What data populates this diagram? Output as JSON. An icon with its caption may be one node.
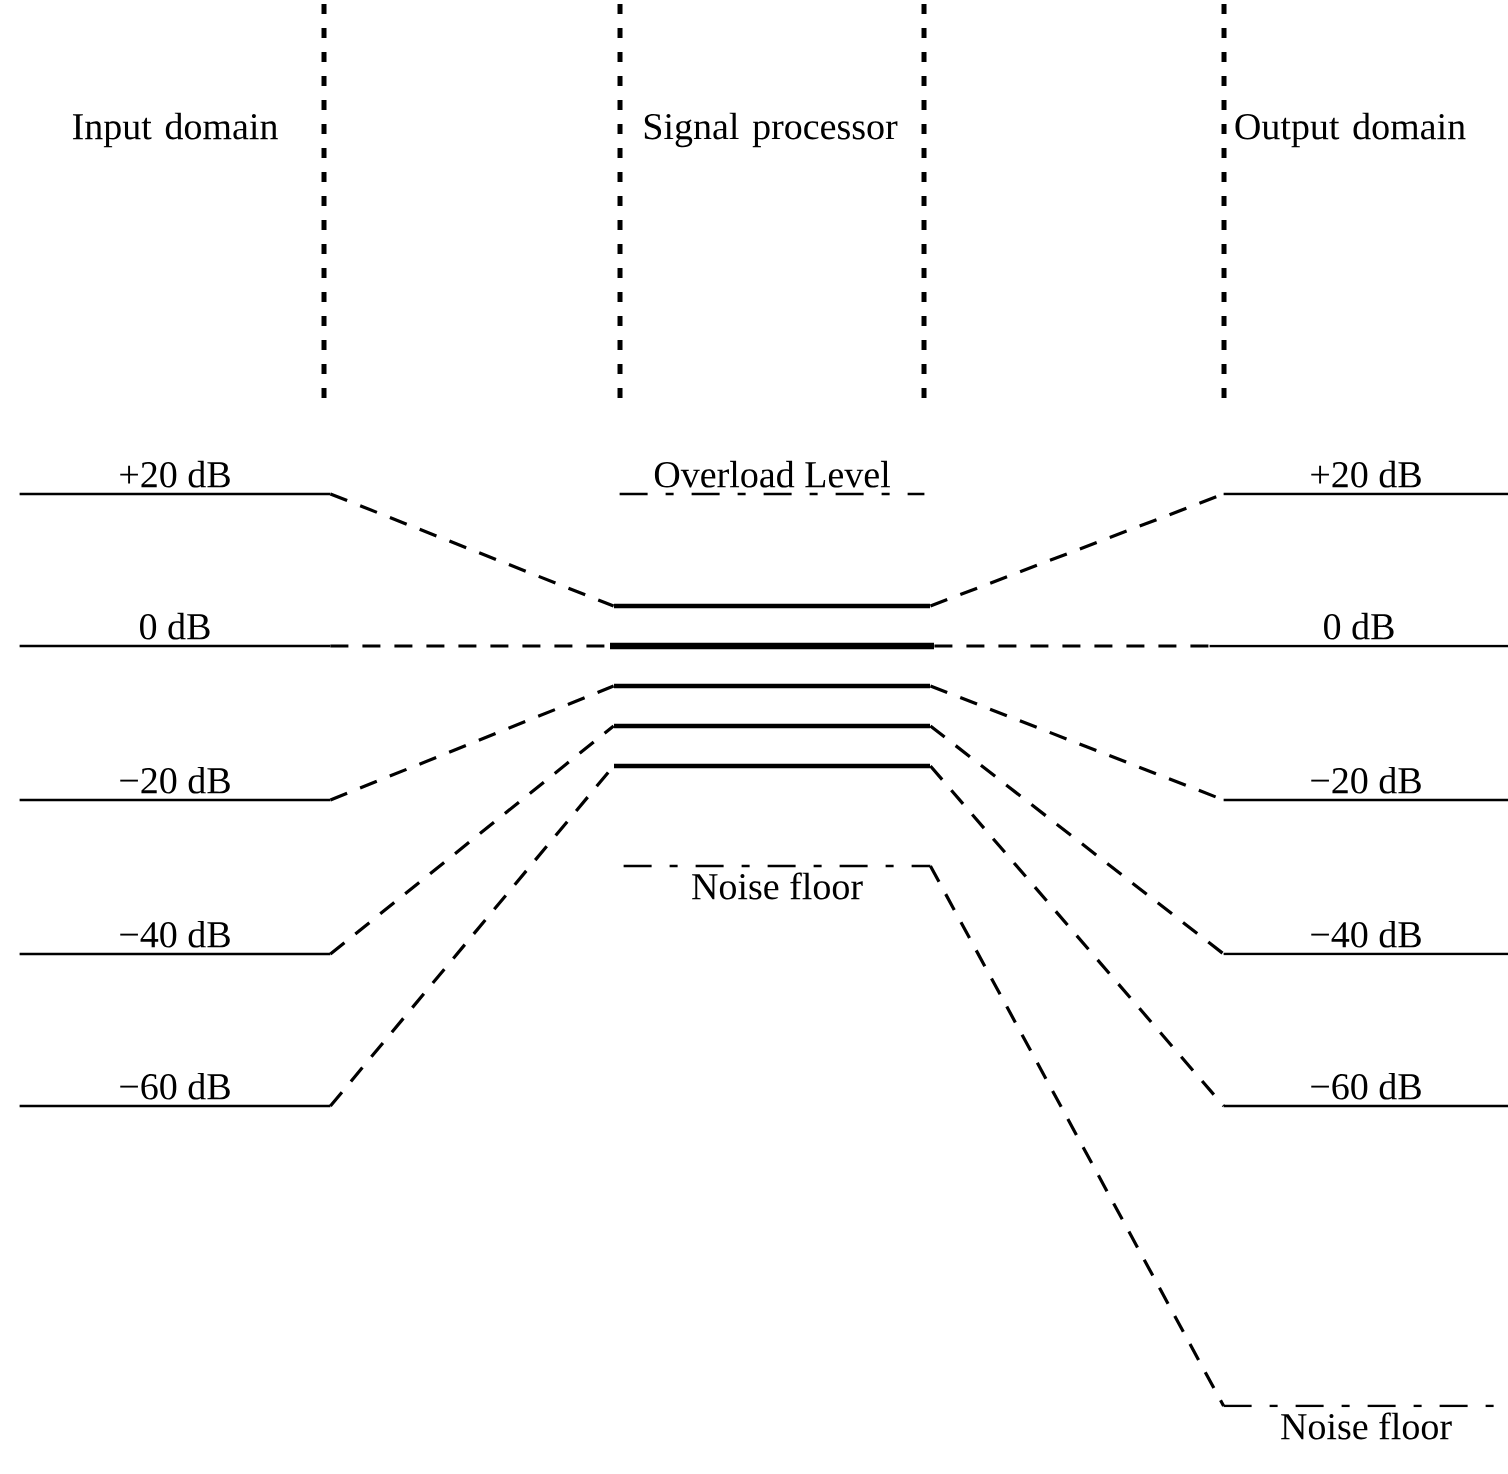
{
  "diagram": {
    "nodes": [
      {
        "text": [
          "Input domain"
        ]
      },
      {
        "text": [
          "Signal processor"
        ]
      },
      {
        "text": [
          "Output domain"
        ]
      },
      {
        "text": [
          "+20 dB"
        ]
      },
      {
        "text": [
          "0 dB"
        ]
      },
      {
        "text": [
          "−20 dB"
        ]
      },
      {
        "text": [
          "−40 dB"
        ]
      },
      {
        "text": [
          "−60 dB"
        ]
      },
      {
        "text": [
          "Overload Level"
        ]
      },
      {
        "text": [],
        "shape": "bar"
      },
      {
        "text": [],
        "shape": "bar"
      },
      {
        "text": [],
        "shape": "bar"
      },
      {
        "text": [],
        "shape": "bar"
      },
      {
        "text": [],
        "shape": "bar"
      },
      {
        "text": [
          "Noise floor"
        ]
      },
      {
        "text": [
          "+20 dB"
        ]
      },
      {
        "text": [
          "0 dB"
        ]
      },
      {
        "text": [
          "−20 dB"
        ]
      },
      {
        "text": [
          "−40 dB"
        ]
      },
      {
        "text": [
          "−60 dB"
        ]
      },
      {
        "text": [
          "Noise floor"
        ]
      }
    ],
    "edges": [
      {
        "from": 3,
        "to": 9,
        "arrow": "none",
        "style": "dashed"
      },
      {
        "from": 9,
        "to": 15,
        "arrow": "none",
        "style": "dashed"
      },
      {
        "from": 4,
        "to": 10,
        "arrow": "none",
        "style": "dashed"
      },
      {
        "from": 10,
        "to": 16,
        "arrow": "none",
        "style": "dashed"
      },
      {
        "from": 5,
        "to": 11,
        "arrow": "none",
        "style": "dashed"
      },
      {
        "from": 11,
        "to": 17,
        "arrow": "none",
        "style": "dashed"
      },
      {
        "from": 6,
        "to": 12,
        "arrow": "none",
        "style": "dashed"
      },
      {
        "from": 12,
        "to": 18,
        "arrow": "none",
        "style": "dashed"
      },
      {
        "from": 7,
        "to": 13,
        "arrow": "none",
        "style": "dashed"
      },
      {
        "from": 13,
        "to": 19,
        "arrow": "none",
        "style": "dashed"
      },
      {
        "from": 14,
        "to": 20,
        "arrow": "none",
        "style": "dashed"
      }
    ]
  }
}
